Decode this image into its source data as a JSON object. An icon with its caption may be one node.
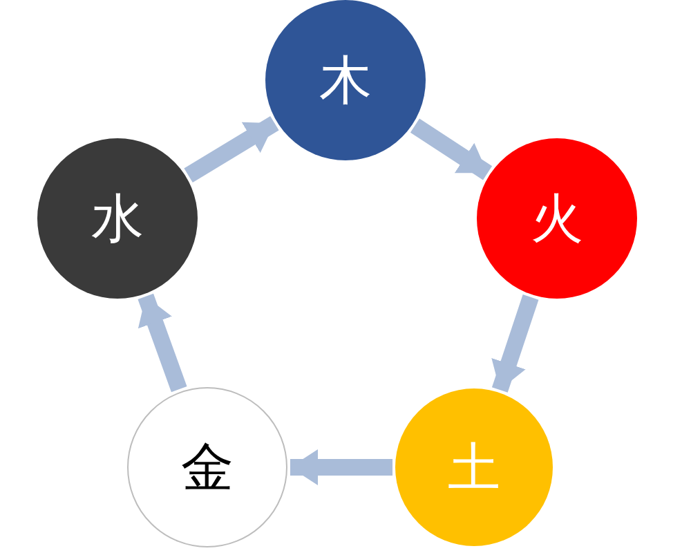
{
  "diagram": {
    "nodes": [
      {
        "text": [
          "木"
        ]
      },
      {
        "text": [
          "火"
        ]
      },
      {
        "text": [
          "土"
        ]
      },
      {
        "text": [
          "金"
        ]
      },
      {
        "text": [
          "水"
        ]
      }
    ],
    "edges": [
      {
        "from": 0,
        "to": 1,
        "arrow": "to"
      },
      {
        "from": 1,
        "to": 2,
        "arrow": "to"
      },
      {
        "from": 2,
        "to": 3,
        "arrow": "to"
      },
      {
        "from": 3,
        "to": 4,
        "arrow": "to"
      },
      {
        "from": 4,
        "to": 0,
        "arrow": "to"
      }
    ]
  }
}
